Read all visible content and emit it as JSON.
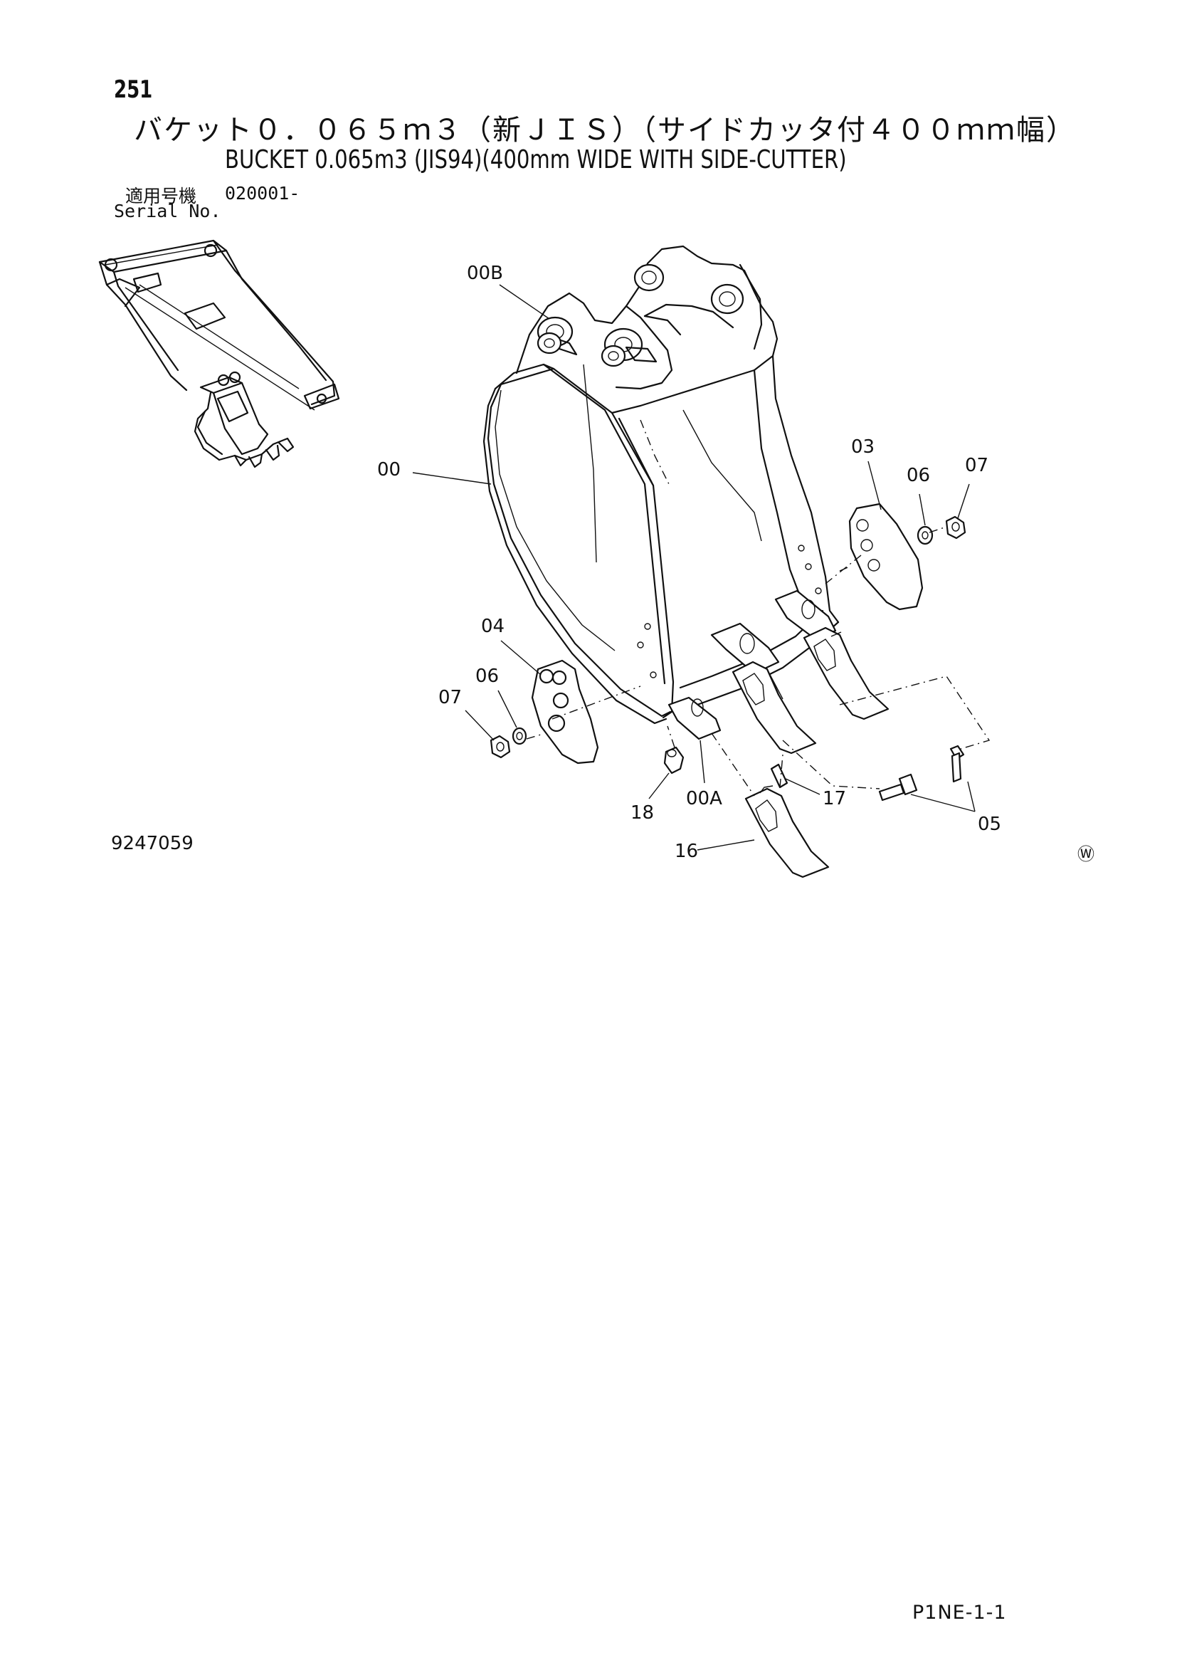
{
  "header": {
    "page_number": "251",
    "title_jp": "バケット０．０６５ｍ３（新ＪＩＳ）（サイドカッタ付４００ｍｍ幅）",
    "title_en": "BUCKET 0.065m3 (JIS94)(400mm WIDE WITH SIDE-CUTTER)",
    "serial_label_jp": "適用号機",
    "serial_value": "020001-",
    "serial_label_en": "Serial No."
  },
  "diagram": {
    "part_labels": [
      "00B",
      "00",
      "03",
      "06",
      "07",
      "04",
      "06",
      "07",
      "18",
      "00A",
      "17",
      "05",
      "16"
    ],
    "watermark_symbol": "Ⓦ"
  },
  "footer": {
    "drawing_number": "9247059",
    "page_code": "P1NE-1-1"
  }
}
